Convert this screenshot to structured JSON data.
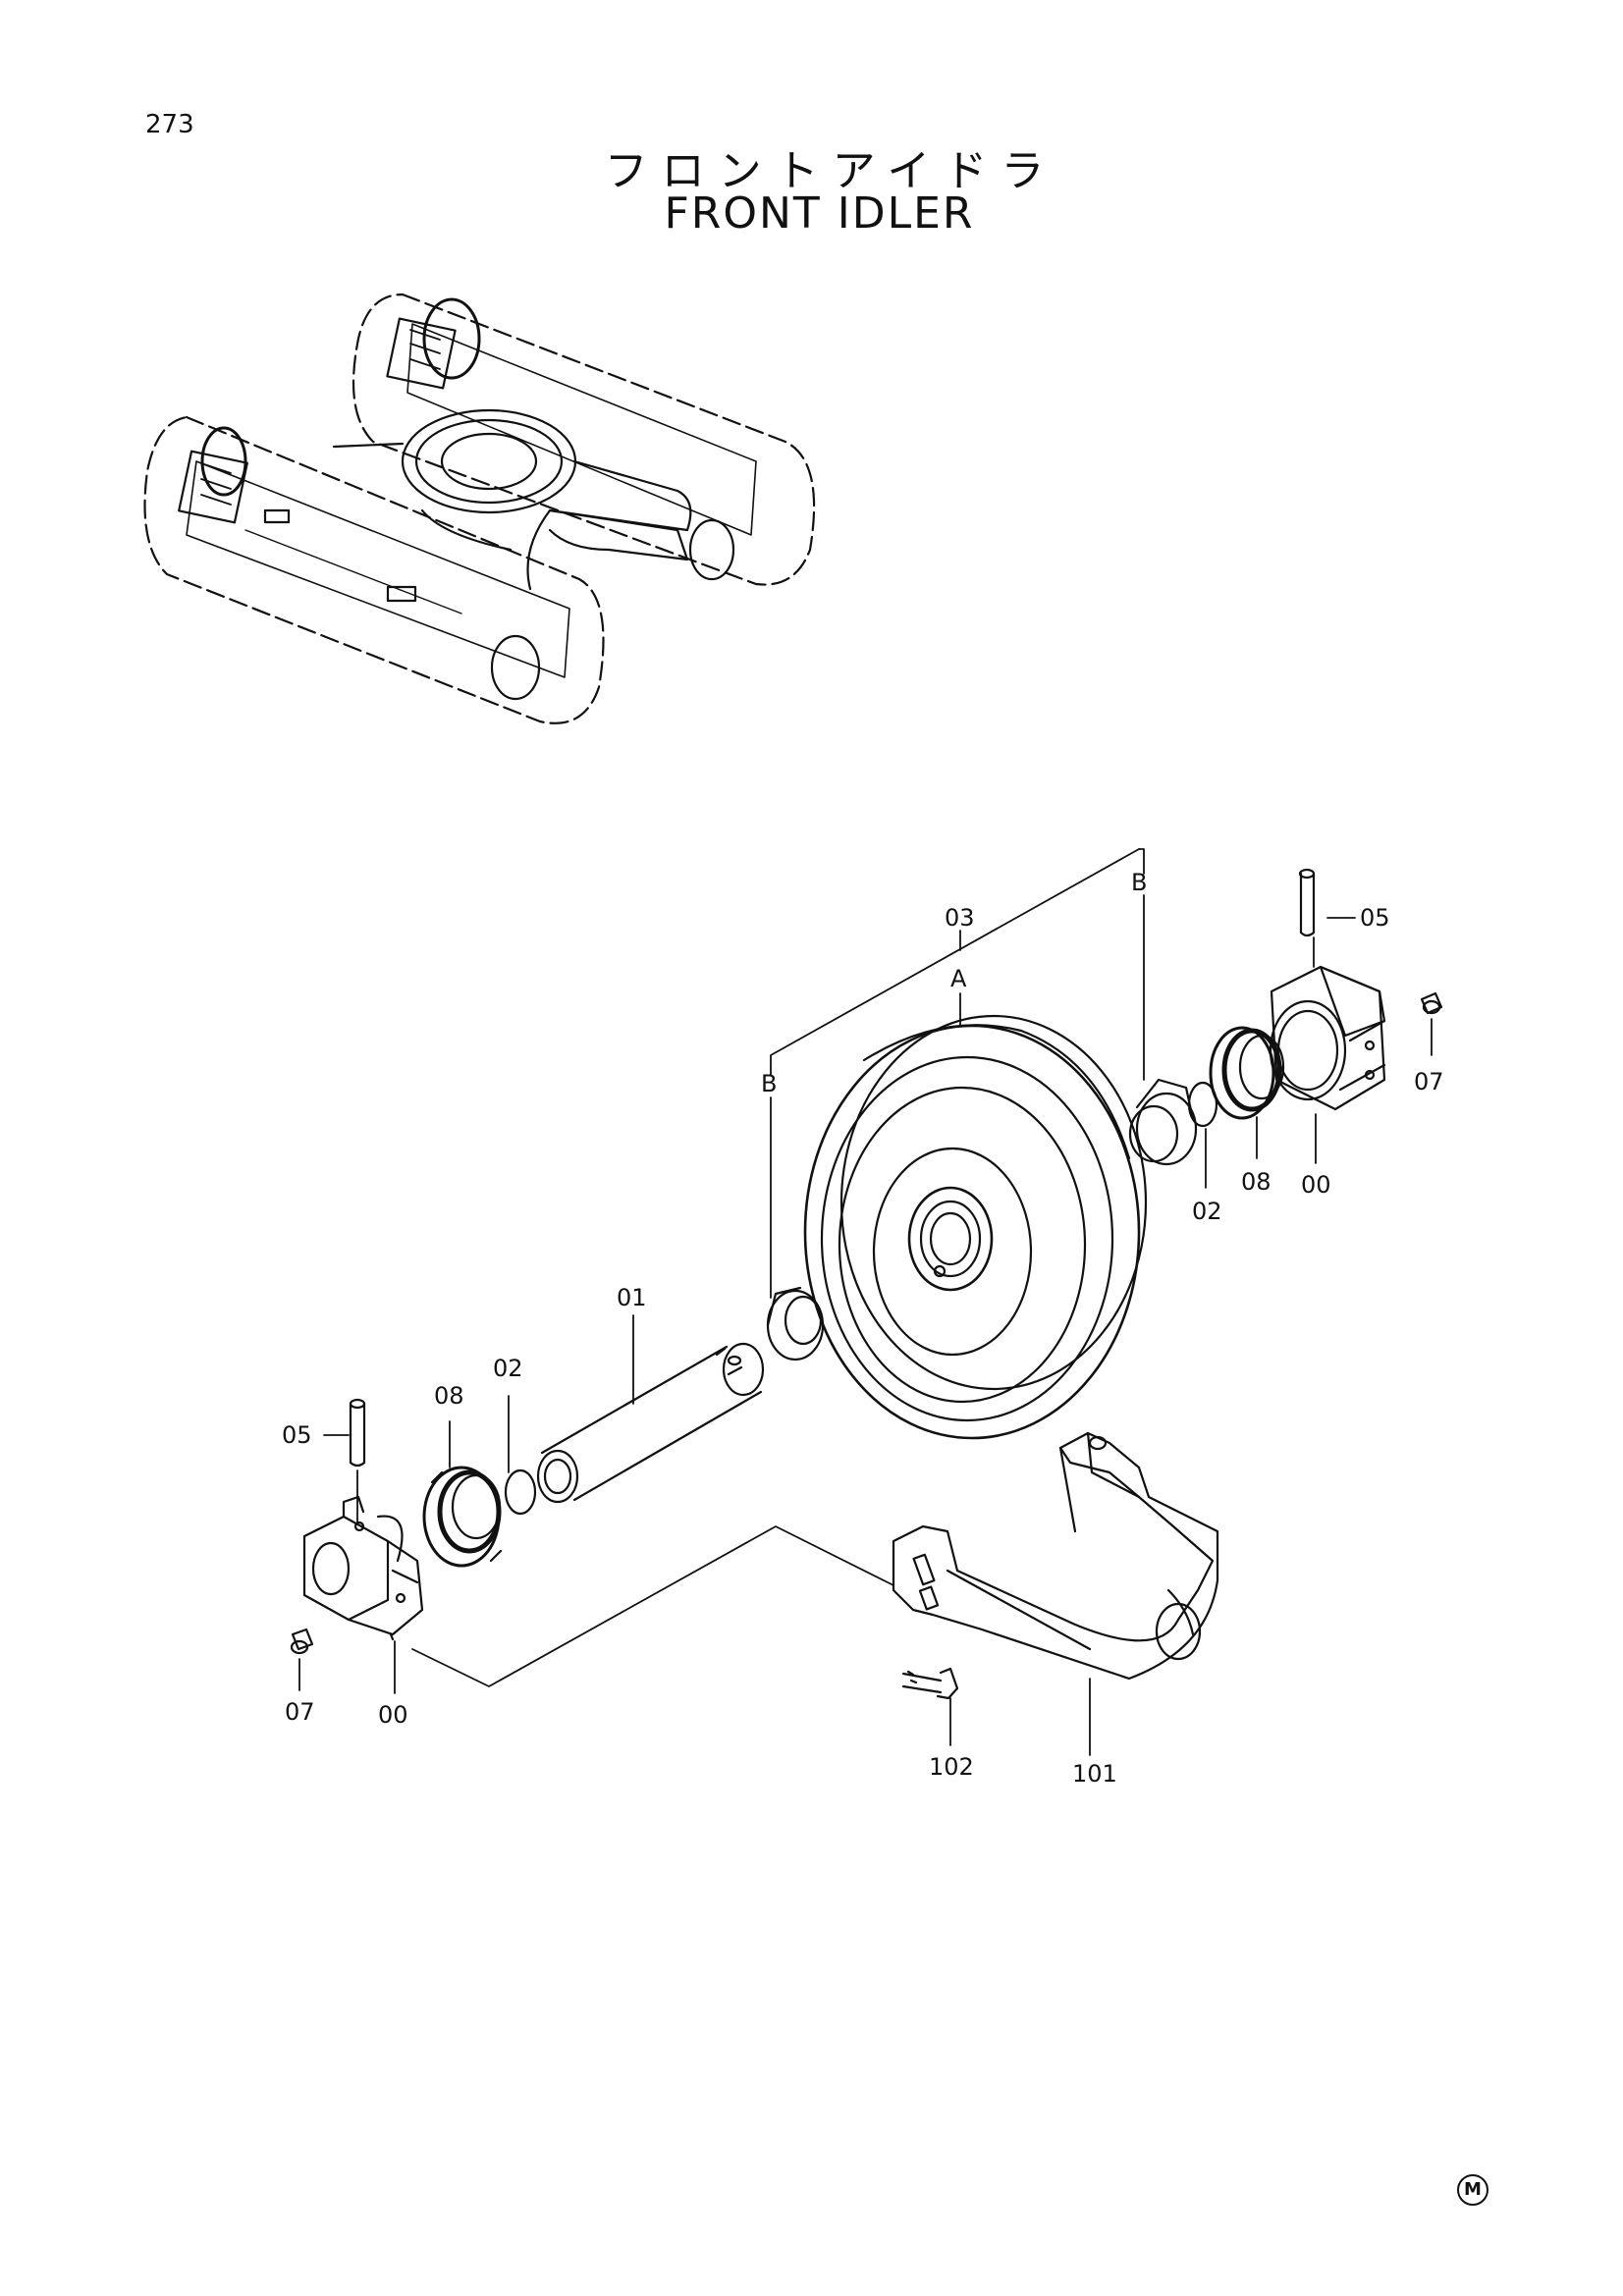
{
  "page": {
    "number": "273",
    "title_ja": "フロントアイドラ",
    "title_en": "FRONT IDLER",
    "mark": "M"
  },
  "callouts": {
    "c03": "03",
    "cA": "A",
    "cB_right": "B",
    "cB_left": "B",
    "c05_right": "05",
    "c07_right": "07",
    "c08_right": "08",
    "c02_right": "02",
    "c00_right": "00",
    "c01": "01",
    "c02_left": "02",
    "c08_left": "08",
    "c05_left": "05",
    "c07_left": "07",
    "c00_left": "00",
    "c102": "102",
    "c101": "101"
  }
}
